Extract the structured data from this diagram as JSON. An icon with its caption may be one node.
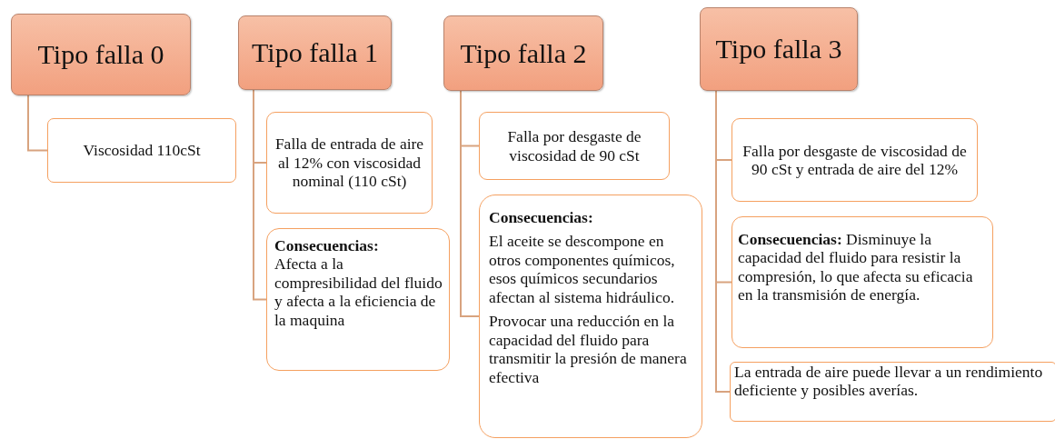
{
  "diagram": {
    "nodes": [
      {
        "text": [
          "Tipo falla 0"
        ]
      },
      {
        "text": [
          "Viscosidad 110cSt"
        ]
      },
      {
        "text": [
          "Tipo falla 1"
        ]
      },
      {
        "text": [
          "Falla de entrada de aire al 12% con viscosidad nominal (110 cSt)"
        ]
      },
      {
        "text": [
          "Consecuencias:",
          "Afecta a la compresibilidad del fluido y afecta a la eficiencia de la maquina"
        ]
      },
      {
        "text": [
          "Tipo falla 2"
        ]
      },
      {
        "text": [
          "Falla por desgaste de viscosidad de 90 cSt"
        ]
      },
      {
        "text": [
          "Consecuencias:",
          "El aceite se descompone en otros componentes químicos, esos químicos secundarios afectan al sistema hidráulico.",
          "Provocar una reducción en la capacidad del fluido para transmitir la presión de manera efectiva"
        ]
      },
      {
        "text": [
          "Tipo falla 3"
        ]
      },
      {
        "text": [
          "Falla por desgaste de viscosidad de 90 cSt y entrada de aire del 12%"
        ]
      },
      {
        "text": [
          "**Consecuencias:** Disminuye la capacidad del fluido para resistir la compresión, lo que afecta su eficacia en la transmisión de energía."
        ]
      },
      {
        "text": [
          "La entrada de aire puede llevar a un rendimiento deficiente y posibles averías."
        ]
      }
    ],
    "edges": [
      {
        "from": 0,
        "to": 1,
        "arrow": "none"
      },
      {
        "from": 2,
        "to": 3,
        "arrow": "none"
      },
      {
        "from": 2,
        "to": 4,
        "arrow": "none"
      },
      {
        "from": 5,
        "to": 6,
        "arrow": "none"
      },
      {
        "from": 5,
        "to": 7,
        "arrow": "none"
      },
      {
        "from": 8,
        "to": 9,
        "arrow": "none"
      },
      {
        "from": 8,
        "to": 10,
        "arrow": "none"
      },
      {
        "from": 8,
        "to": 11,
        "arrow": "none"
      }
    ]
  }
}
